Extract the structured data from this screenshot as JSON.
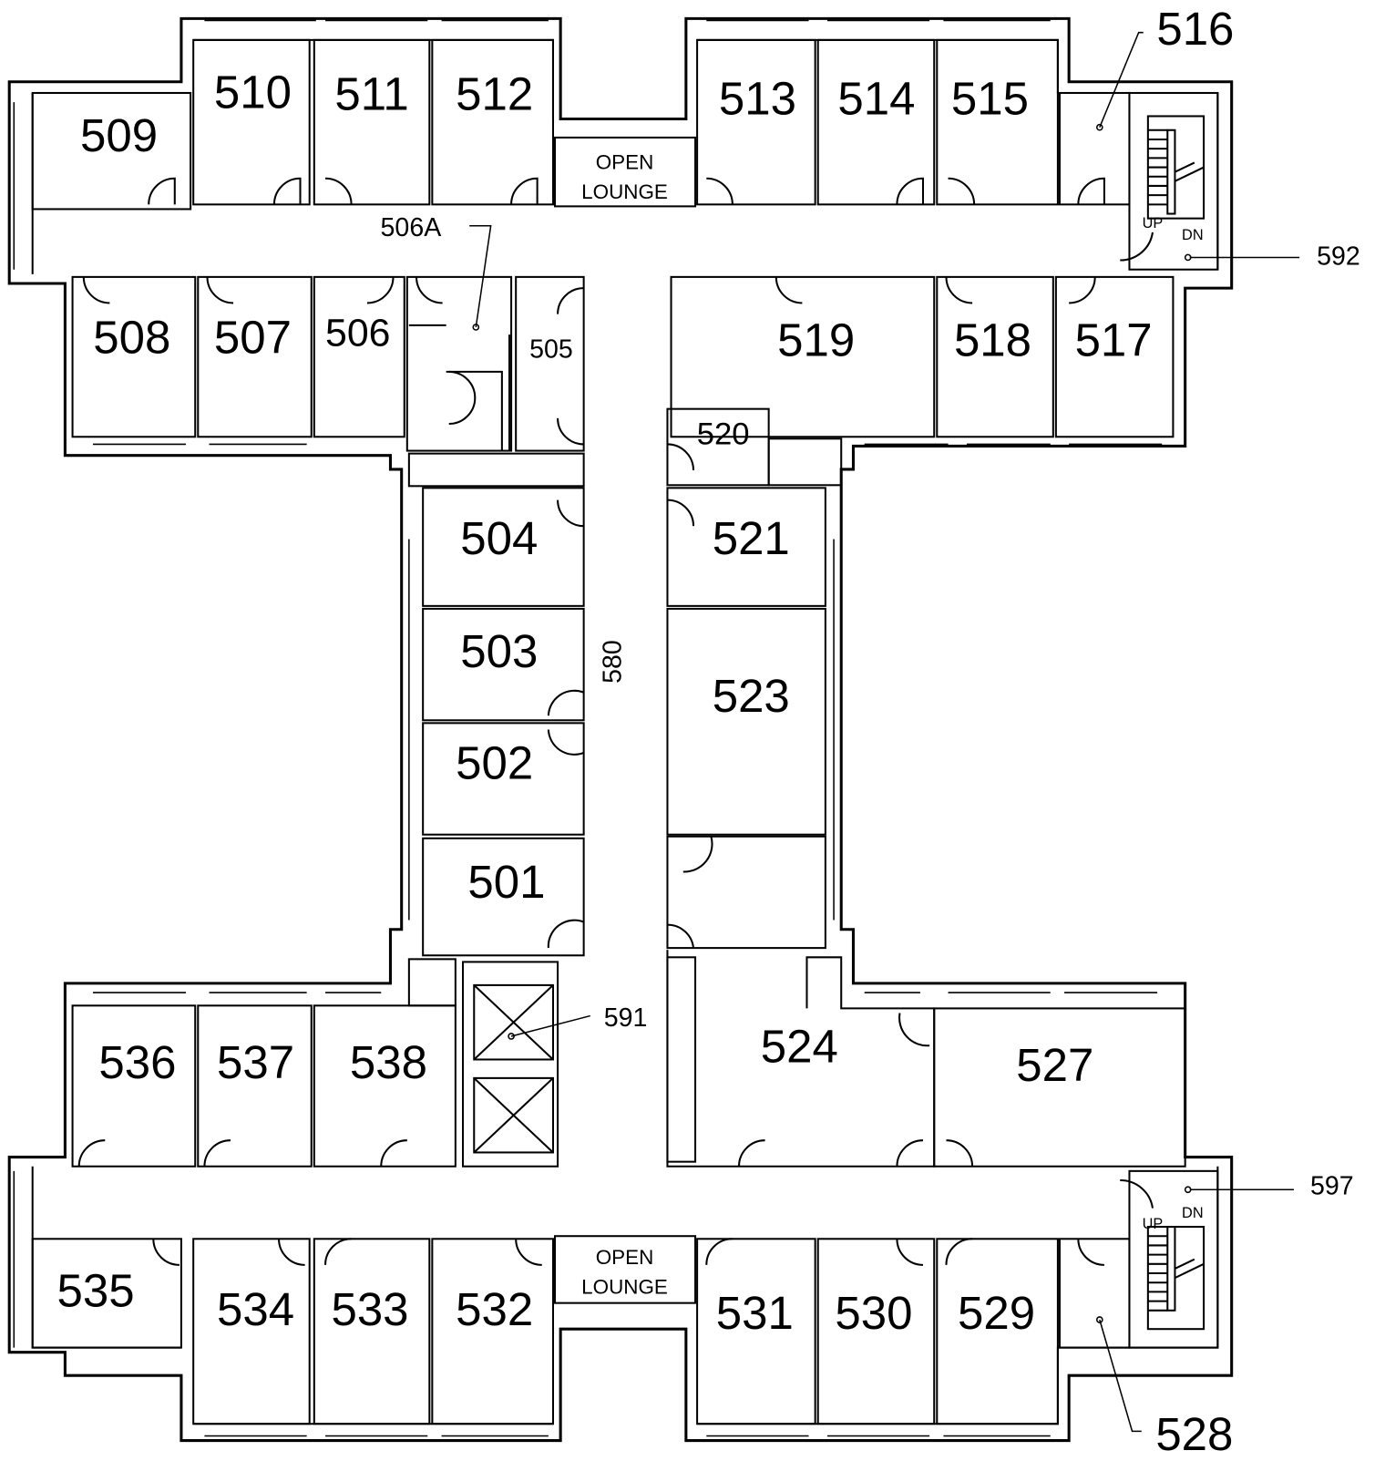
{
  "plan": {
    "rooms": [
      "509",
      "510",
      "511",
      "512",
      "513",
      "514",
      "515",
      "508",
      "507",
      "506",
      "505",
      "519",
      "518",
      "517",
      "520",
      "504",
      "503",
      "502",
      "501",
      "521",
      "523",
      "524",
      "527",
      "536",
      "537",
      "538",
      "535",
      "534",
      "533",
      "532",
      "531",
      "530",
      "529"
    ],
    "callouts": {
      "r516": "516",
      "r506a": "506A",
      "r592": "592",
      "r580": "580",
      "r591": "591",
      "r597": "597",
      "r528": "528"
    },
    "lounge_top": {
      "line1": "OPEN",
      "line2": "LOUNGE"
    },
    "lounge_bottom": {
      "line1": "OPEN",
      "line2": "LOUNGE"
    },
    "stairs_top": {
      "up": "UP",
      "dn": "DN"
    },
    "stairs_bottom": {
      "up": "UP",
      "dn": "DN"
    }
  }
}
